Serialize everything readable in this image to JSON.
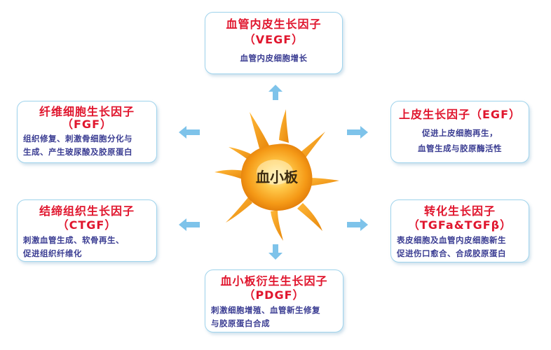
{
  "center": {
    "label": "血小板"
  },
  "cards": {
    "vegf": {
      "title1": "血管内皮生长因子",
      "title2": "（VEGF）",
      "desc": [
        "血管内皮细胞增长"
      ]
    },
    "fgf": {
      "title1": "纤维细胞生长因子",
      "title2": "（FGF）",
      "desc": [
        "组织修复、刺激骨细胞分化与",
        "生成、产生玻尿酸及胶原蛋白"
      ]
    },
    "egf": {
      "title1": "上皮生长因子（EGF）",
      "desc": [
        "促进上皮细胞再生，",
        "血管生成与胶原酶活性"
      ]
    },
    "ctgf": {
      "title1": "结缔组织生长因子",
      "title2": "（CTGF）",
      "desc": [
        "刺激血管生成、软骨再生、",
        "促进组织纤维化"
      ]
    },
    "tgf": {
      "title1": "转化生长因子",
      "title2": "（TGFa&TGFβ）",
      "desc": [
        "表皮细胞及血管内皮细胞新生",
        "促进伤口愈合、合成胶原蛋白"
      ]
    },
    "pdgf": {
      "title1": "血小板衍生生长因子",
      "title2": "（PDGF）",
      "desc": [
        "刺激细胞增殖、血管新生修复",
        "与胶原蛋白合成"
      ]
    }
  },
  "colors": {
    "title": "#e0152d",
    "desc": "#3a3c92",
    "border": "#9fd3ec",
    "arrow": "#7ec3ea",
    "platelet_core": "#f7a21b"
  },
  "icons": {
    "arrow": "arrow-icon",
    "platelet": "platelet-illustration"
  }
}
